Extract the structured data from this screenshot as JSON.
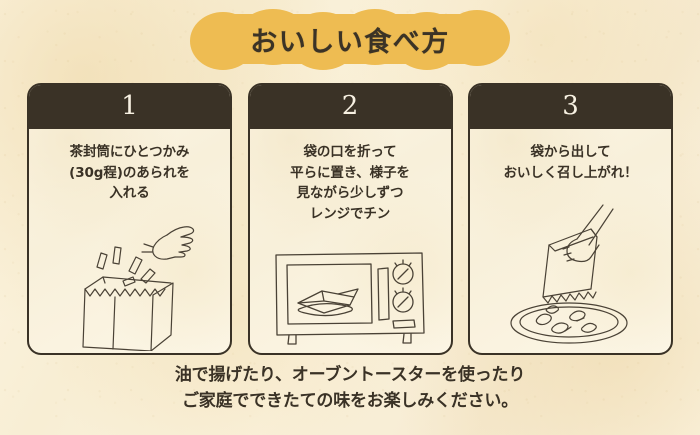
{
  "heading": {
    "title": "おいしい食べ方",
    "banner_color": "#eebc52",
    "text_color": "#3b3326"
  },
  "theme": {
    "paper_background": "#faf0d6",
    "card_background": "#fbf4e1",
    "card_border": "#3a3226",
    "header_fill": "#3a3226",
    "header_number_color": "#f7f1e2",
    "body_text_color": "#3a3226",
    "illustration_ink": "#4a4236"
  },
  "steps": [
    {
      "number": "1",
      "text": "茶封筒にひとつかみ\n(30g程)のあられを\n入れる",
      "illustration": "paper-bag-with-hand-illustration"
    },
    {
      "number": "2",
      "text": "袋の口を折って\n平らに置き、様子を\n見ながら少しずつ\nレンジでチン",
      "illustration": "microwave-oven-illustration"
    },
    {
      "number": "3",
      "text": "袋から出して\nおいしく召し上がれ！",
      "illustration": "pouring-bag-onto-plate-illustration"
    }
  ],
  "footer": {
    "note": "油で揚げたり、オーブントースターを使ったり\nご家庭でできたての味をお楽しみください。"
  }
}
